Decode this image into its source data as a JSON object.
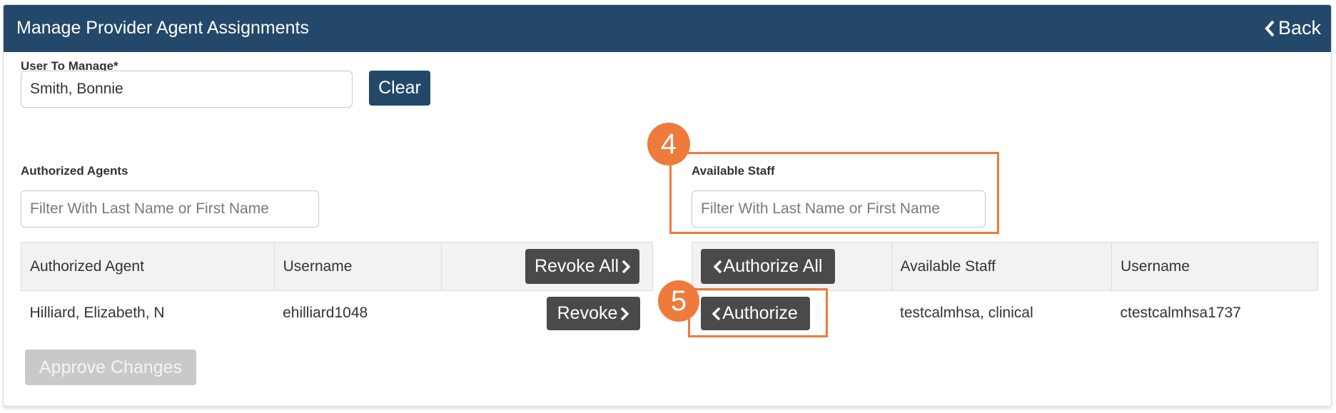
{
  "header": {
    "title": "Manage Provider Agent Assignments",
    "back_label": "Back"
  },
  "user_to_manage": {
    "label": "User To Manage*",
    "value": "Smith, Bonnie",
    "clear_label": "Clear"
  },
  "authorized_agents": {
    "section_label": "Authorized Agents",
    "filter_placeholder": "Filter With Last Name or First Name",
    "columns": [
      "Authorized Agent",
      "Username"
    ],
    "revoke_all_label": "Revoke All",
    "rows": [
      {
        "name": "Hilliard, Elizabeth, N",
        "username": "ehilliard1048",
        "action_label": "Revoke"
      }
    ]
  },
  "available_staff": {
    "section_label": "Available Staff",
    "filter_placeholder": "Filter With Last Name or First Name",
    "authorize_all_label": "Authorize All",
    "columns": [
      "Available Staff",
      "Username"
    ],
    "rows": [
      {
        "action_label": "Authorize",
        "name": "testcalmhsa, clinical",
        "username": "ctestcalmhsa1737"
      }
    ]
  },
  "callouts": {
    "step_4": "4",
    "step_5": "5",
    "color": "#ee7a3b"
  },
  "footer": {
    "approve_label": "Approve Changes"
  },
  "colors": {
    "header_bg": "#24486a",
    "grey_button": "#4a4a4a",
    "disabled_button": "#c9c9c9"
  }
}
